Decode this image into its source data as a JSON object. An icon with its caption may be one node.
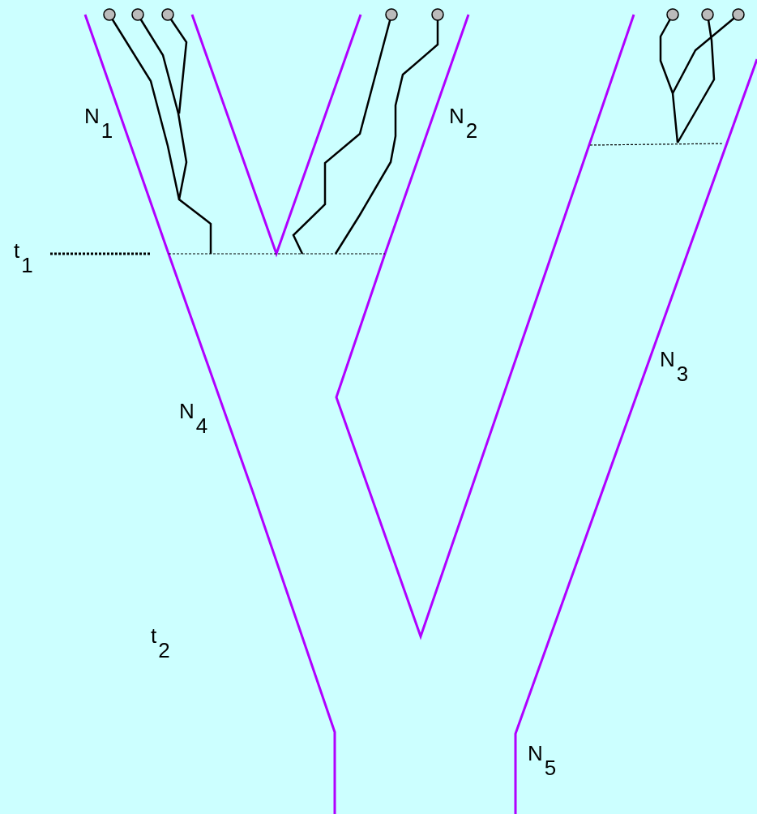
{
  "diagram": {
    "labels": [
      "N$_{1}$",
      "N$_{2}$",
      "t$_{1}$",
      "N$_{3}$",
      "N$_{4}$",
      "t$_{2}$",
      "N$_{5}$"
    ]
  }
}
